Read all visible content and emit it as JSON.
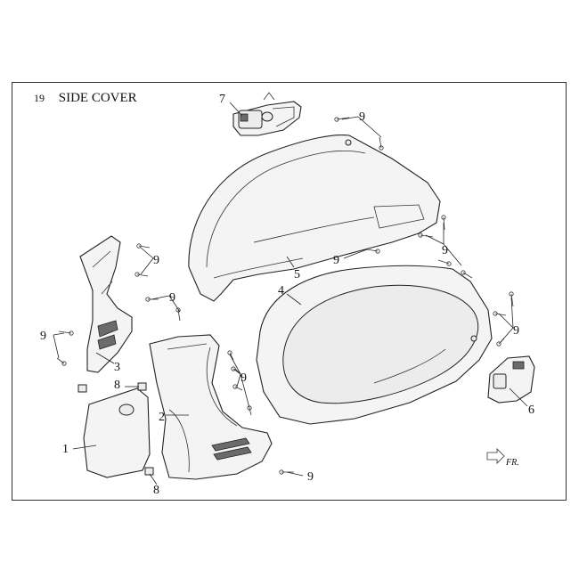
{
  "header": {
    "section_number": "19",
    "title": "SIDE COVER"
  },
  "callouts": [
    "1",
    "2",
    "3",
    "4",
    "5",
    "6",
    "7",
    "8",
    "8",
    "9",
    "9",
    "9",
    "9",
    "9",
    "9",
    "9",
    "9",
    "9"
  ],
  "arrow_label": "FR."
}
